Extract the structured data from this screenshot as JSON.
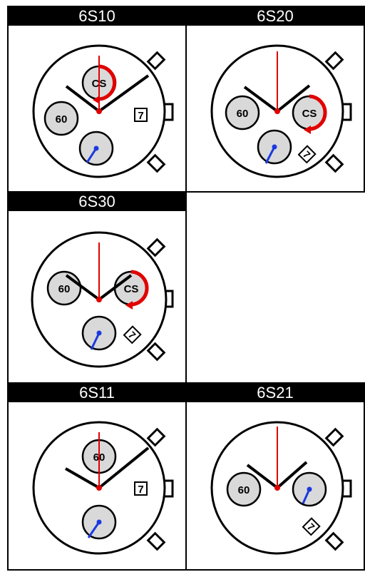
{
  "colors": {
    "second_hand": "#e00000",
    "sub_hand": "#1a3adf",
    "subdial_fill": "#d9d9d9",
    "outline": "#000000"
  },
  "movements": [
    {
      "model": "6S10",
      "subdials": {
        "top": "CS",
        "left": "60"
      },
      "date": "7"
    },
    {
      "model": "6S20",
      "subdials": {
        "left": "60",
        "right": "CS"
      },
      "date": "7"
    },
    {
      "model": "6S30",
      "subdials": {
        "left": "60",
        "right": "CS"
      },
      "date": "7"
    },
    {
      "model": "6S11",
      "subdials": {
        "top": "60"
      },
      "date": "7"
    },
    {
      "model": "6S21",
      "subdials": {
        "left": "60"
      },
      "date": "7"
    }
  ]
}
